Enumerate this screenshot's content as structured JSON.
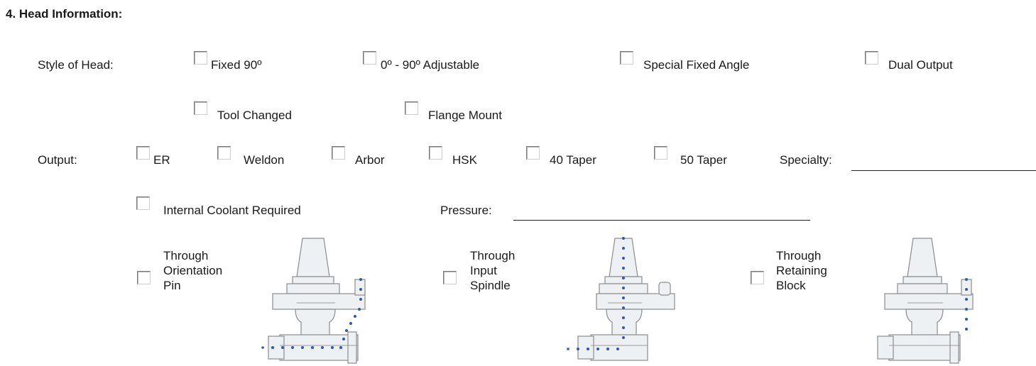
{
  "section": {
    "title": "4.  Head Information:"
  },
  "head_style": {
    "label": "Style of Head:",
    "options": [
      "Fixed 90º",
      "0º - 90º Adjustable",
      "Special Fixed Angle",
      "Dual Output",
      "Tool Changed",
      "Flange Mount"
    ]
  },
  "output": {
    "label": "Output:",
    "options": [
      "ER",
      "Weldon",
      "Arbor",
      "HSK",
      "40 Taper",
      "50 Taper"
    ],
    "specialty_label": "Specialty:",
    "specialty_value": ""
  },
  "coolant": {
    "label": "Internal Coolant Required",
    "pressure_label": "Pressure:",
    "pressure_value": ""
  },
  "coolant_routes": [
    {
      "lines": [
        "Through",
        "Orientation",
        "Pin"
      ],
      "image": "head-diagram-orientation-pin"
    },
    {
      "lines": [
        "Through",
        "Input",
        "Spindle"
      ],
      "image": "head-diagram-input-spindle"
    },
    {
      "lines": [
        "Through",
        "Retaining",
        "Block"
      ],
      "image": "head-diagram-retaining-block"
    }
  ]
}
